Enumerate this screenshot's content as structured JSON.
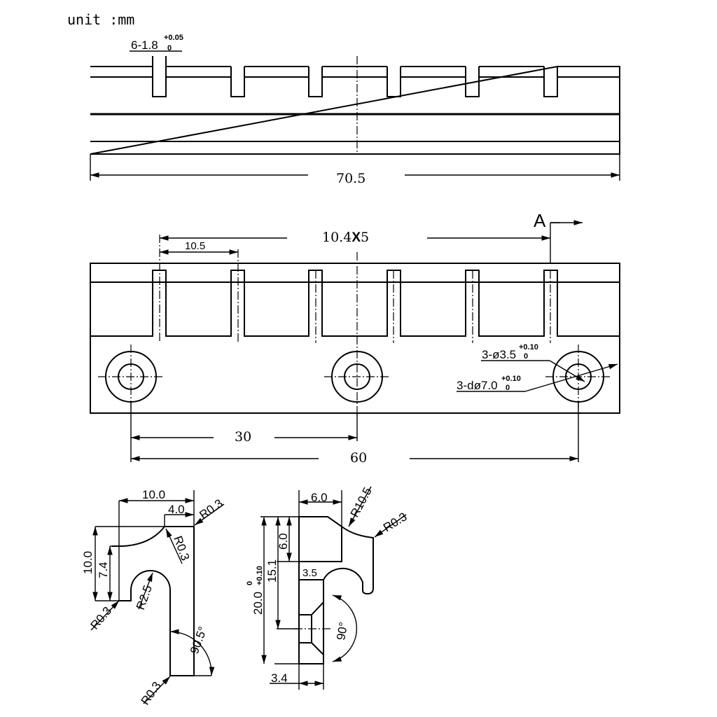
{
  "unit_label": "unit :mm",
  "top_view": {
    "slot_callout": "6-1.8",
    "slot_tol_upper": "+0.05",
    "slot_tol_lower": "0",
    "length": "70.5"
  },
  "front_view": {
    "pitch": "10.4",
    "pitch_times": "X",
    "pitch_count": "5",
    "first_pitch": "10.5",
    "section_marker": "A",
    "hole_callout": "3-ø3.5",
    "hole_tol_upper": "+0.10",
    "hole_tol_lower": "0",
    "cbore_callout": "3-dø7.0",
    "cbore_tol_upper": "+0.10",
    "cbore_tol_lower": "0",
    "dim_30": "30",
    "dim_60": "60"
  },
  "detail_left": {
    "width": "10.0",
    "tip": "4.0",
    "r_top_right": "R0.3",
    "r_inner": "R0.3",
    "height": "10.0",
    "height2": "7.4",
    "r_left": "R0.3",
    "r_hook": "R2.5",
    "angle": "90.5",
    "angle_deg": "°",
    "r_bottom": "R0.3"
  },
  "section_view": {
    "top_width": "6.0",
    "r_arc": "R10.5",
    "r_tip": "R0.3",
    "top_height": "6.0",
    "height": "20.0",
    "height_tol_upper": "0",
    "height_tol_lower": "+0.10",
    "hole_depth": "15.1",
    "neck": "3.5",
    "countersink_angle": "90°",
    "bottom_width": "3.4"
  }
}
